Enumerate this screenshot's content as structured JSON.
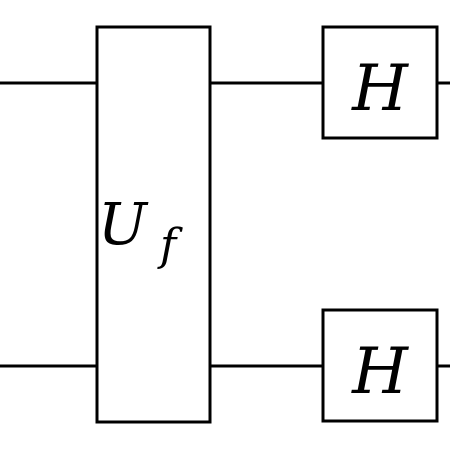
{
  "circuit": {
    "oracle_gate": {
      "symbol": "U",
      "subscript": "f"
    },
    "hadamard_top": {
      "label": "H"
    },
    "hadamard_bottom": {
      "label": "H"
    },
    "wires": [
      "qubit-wire-top",
      "qubit-wire-bottom"
    ],
    "stroke_color": "#000000",
    "background_color": "#ffffff"
  }
}
